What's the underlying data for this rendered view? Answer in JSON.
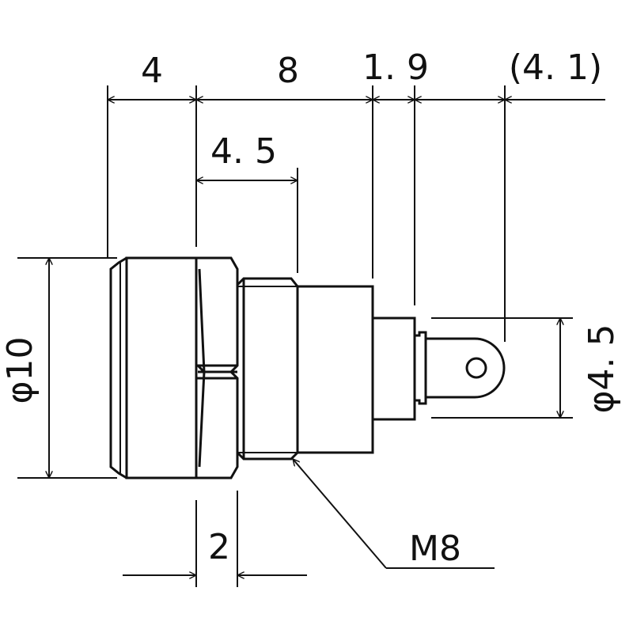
{
  "dimensions": {
    "top_4": "4",
    "top_8": "8",
    "top_1_9": "1. 9",
    "top_4_1": "(4. 1)",
    "width_4_5": "4. 5",
    "phi_10": "φ10",
    "phi_4_5": "φ4. 5",
    "bottom_2": "2",
    "thread_m8": "M8"
  },
  "colors": {
    "line": "#111111",
    "background": "#ffffff"
  }
}
